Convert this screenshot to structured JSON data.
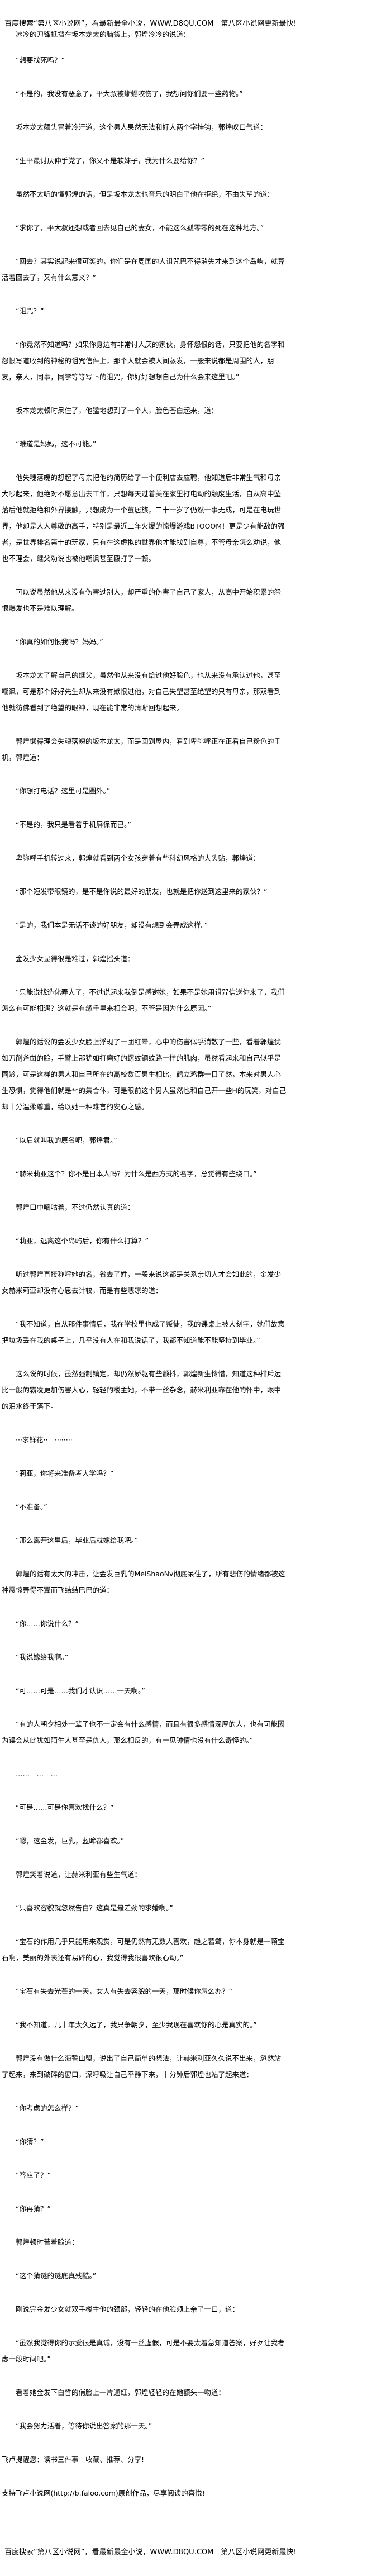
{
  "header": {
    "promo": "百度搜索“第八区小说网”，看最新最全小说，WWW.D8QU.COM　第八区小说网更新最快!"
  },
  "paragraphs": [
    "冰冷的刀锋抵挡在坂本龙太的脑袋上，郭煌冷冷的说道：",
    "“想要找死吗？”",
    "“不是的，我没有恶意了，平大叔被蜥蜴咬伤了，我想问你们要一些药物。”",
    "坂本龙太额头冒着冷汗道，这个男人果然无法和好人两个字挂钩，郭煌叹口气道：",
    "“生平最讨厌伸手党了，你又不是软妹子，我为什么要给你？”",
    "虽然不太听的懂郭煌的话，但是坂本龙太也音乐的明白了他在拒绝，不由失望的道：",
    "“求你了，平大叔还想或者回去见自己的妻女，不能这么孤零零的死在这种地方。”",
    "“回去？其实说起来很可笑的，你们是在周围的人诅咒巴不得消失才来到这个岛屿，就算活着回去了，又有什么意义？”",
    "“诅咒？”",
    "“你竟然不知道吗？如果你身边有非常讨人厌的家伙，身怀怨恨的话，只要把他的名字和怨恨写道收到的神秘的诅咒信件上，那个人就会被人间蒸发，一般来说都是周围的人，朋友，亲人，同事，同学等等写下的诅咒，你好好想想自己为什么会来这里吧。”",
    "坂本龙太顿时呆住了，他猛地想到了一个人，脸色苍白起来，道：",
    "“难道是妈妈，这不可能。”",
    "他失魂落魄的想起了母亲把他的简历给了一个便利店去应聘，他知道后非常生气和母亲大吵起来，他绝对不愿意出去工作，只想每天过着关在家里打电动的颓废生活，自从高中坠落后他就拒绝和外界接触，只想成为一个茧居族，二十一岁了仍然一事无成，可是在电玩世界，他却是人人尊敬的高手，特别是最近二年火爆的惊爆游戏BTOOOM！更是少有能敌的强者，是世界排名第十的玩家，只有在这虚拟的世界他才能找到自尊，不管母亲怎么劝说，他也不理会，继父劝说也被他嘲讽甚至殴打了一顿。",
    "可以说虽然他从来没有伤害过别人，却严重的伤害了自己了家人，从高中开始积累的怨恨爆发也不是难以理解。",
    "“你真的如何恨我吗？妈妈。”",
    "坂本龙太了解自己的继父，虽然他从来没有给过他好脸色，也从来没有承认过他，甚至嘲讽，可是那个好好先生却从来没有嫉恨过他，对自己失望甚至绝望的只有母亲，那双看到他就彷佛看到了绝望的眼神，现在能非常的清晰回想起来。",
    "郭煌懒得理会失魂落魄的坂本龙太，而是回到屋内，看到卑弥呼正在正看自己粉色的手机，郭煌道：",
    "“你想打电话？这里可是圈外。”",
    "“不是的，我只是看着手机屏保而已。”",
    "卑弥呼手机转过来，郭煌就看到两个女孩穿着有些科幻风格的大头贴，郭煌道：",
    "“那个短发带眼镜的，是不是你说的最好的朋友，也就是把你送到这里来的家伙？”",
    "“是的，我们本是无话不谈的好朋友，却没有想到会弄成这样。”",
    "金发少女显得很是难过，郭煌摇头道：",
    "“只能说找造化弄人了，不过说起来我倒是感谢她，如果不是她用诅咒信送你来了，我们怎么有可能相遇？这就是有缘千里来相会吧，不管是因为什么原因。”",
    "郭煌的话说的金发少女脸上浮现了一团红晕，心中的伤害似乎消散了一些，看着郭煌犹如刀削斧凿的脸，手臂上那犹如打磨好的螺纹钢纹路一样的肌肉，虽然看起来和自己似乎是同龄，可是这样的男人和自己所在的高校数百男生相比，鹤立鸡群一目了然，本来对男人心生恐惧，觉得他们就是**的集合体，可是眼前这个男人虽然也和自己开一些H的玩笑，对自己却十分温柔尊重，给以她一种难言的安心之感。",
    "“以后就叫我的原名吧，郭煌君。”",
    "“赫米莉亚这个？你不是日本人吗？为什么是西方式的名字，总觉得有些绕口。”",
    "郭煌口中嘀咕着，不过仍然认真的道：",
    "“莉亚，逃离这个岛屿后，你有什么打算？”",
    "听过郭煌直接称呼她的名，省去了姓，一般来说这都是关系亲切人才会如此的，金发少女赫米莉亚却没有心思去计较，而是有些悲凉的道：",
    "“我不知道，自从那件事情后，我在学校里也成了叛徒，我的课桌上被人刻字，她们故意把垃圾丢在我的桌子上，几乎没有人在和我说话了，我都不知道能不能坚持到毕业。”",
    "这么说的时候，虽然强制镇定，却仍然娇躯有些颤抖，郭煌新生怜惜，知道这种排斥远比一般的霸凌更加伤害人心，轻轻的楼主她，不带一丝杂念，赫米利亚靠在他的怀中，眼中的泪水终于落下。",
    "···求鲜花··　········",
    "“莉亚，你将来准备考大学吗？”",
    "“不准备。”",
    "“那么离开这里后，毕业后就嫁给我吧。”",
    "郭煌的话有太大的冲击，让金发巨乳的MeiShaoNv彻底呆住了，所有悲伤的情绪都被这种震惊弄得不翼而飞结结巴巴的道：",
    "“你……你说什么？”",
    "“我说嫁给我啊。”",
    "“可……可是……我们才认识……一天啊。”",
    "“有的人朝夕相处一辈子也不一定会有什么感情，而且有很多感情深厚的人，也有可能因为误会从此犹如陌生人甚至是仇人，那么相反的，有一见钟情也没有什么奇怪的。”",
    "……　…　…",
    "“可是……可是你喜欢找什么？”",
    "“嗯，这金发，巨乳，蓝眸都喜欢。”",
    "郭煌笑着说道，让赫米利亚有些生气道：",
    "“只喜欢容貌就忽然告白？这真是最差劲的求婚啊。”",
    "“宝石的作用几乎只能用来观赏，可是仍然有无数人喜欢，趋之若鹜，你本身就是一颗宝石啊，美丽的外表还有易碎的心，我觉得我很喜欢很心动。”",
    "“宝石有失去光芒的一天，女人有失去容貌的一天，那时候你怎么办？”",
    "“我不知道，几十年太久远了，我只争朝夕，至少我现在喜欢你的心是真实的。”",
    "郭煌没有做什么海誓山盟，说出了自己简单的想法，让赫米利亚久久说不出来，忽然站了起来，来到破碎的窗口，深呼吸让自己平静下来，十分钟后郭煌也站了起来道：",
    "“你考虑的怎么样？”",
    "“你猜？”",
    "“答应了？”",
    "“你再猜？”",
    "郭煌顿时苦着脸道：",
    "“这个猜谜的谜底真残酷。”",
    "刚说完金发少女就双手楼主他的颈部，轻轻的在他脸颊上亲了一口，道：",
    "“虽然我觉得你的示爱很是真诚，没有一丝虚假，可是不要太着急知道答案，好歹让我考虑一段时间吧。”",
    "看着她金发下白皙的俏脸上一片通红，郭煌轻轻的在她额头一吻道：",
    "“我会努力活着，等待你说出答案的那一天。”"
  ],
  "notices": [
    "飞卢提醒您：读书三件事 - 收藏、推荐、分享!",
    "支持飞卢小说网(http://b.faloo.com)原创作品，尽享阅读的喜悦!"
  ],
  "footer": {
    "promo": "百度搜索“第八区小说网”，看最新最全小说，WWW.D8QU.COM　第八区小说网更新最快!"
  }
}
